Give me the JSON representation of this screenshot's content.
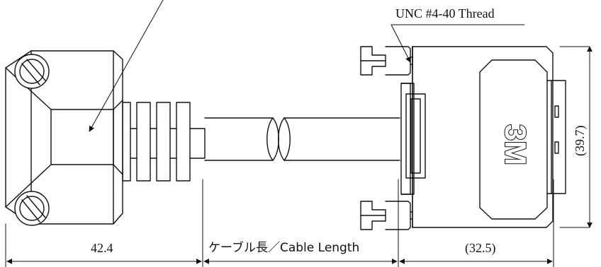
{
  "diagram": {
    "thread_label": "UNC #4-40 Thread",
    "left_dimension": "42.4",
    "cable_length_label": "ケーブル長／Cable Length",
    "right_dimension": "(32.5)",
    "height_dimension": "(39.7)",
    "logo_text": "3M"
  }
}
